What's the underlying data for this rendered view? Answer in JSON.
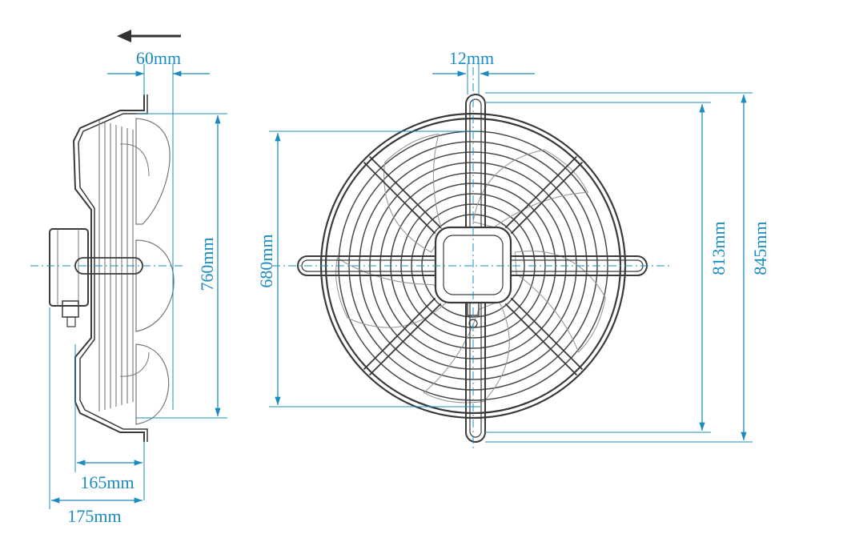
{
  "dimensions": {
    "depth_front": "60mm",
    "depth_body": "165mm",
    "depth_total": "175mm",
    "side_height": "760mm",
    "bracket_width": "12mm",
    "inner_diameter": "680mm",
    "bracket_height": "813mm",
    "total_height": "845mm"
  },
  "colors": {
    "dimension": "#1a8cbf",
    "outline": "#3a3a3a"
  },
  "icons": {
    "airflow": "left-arrow-icon"
  }
}
